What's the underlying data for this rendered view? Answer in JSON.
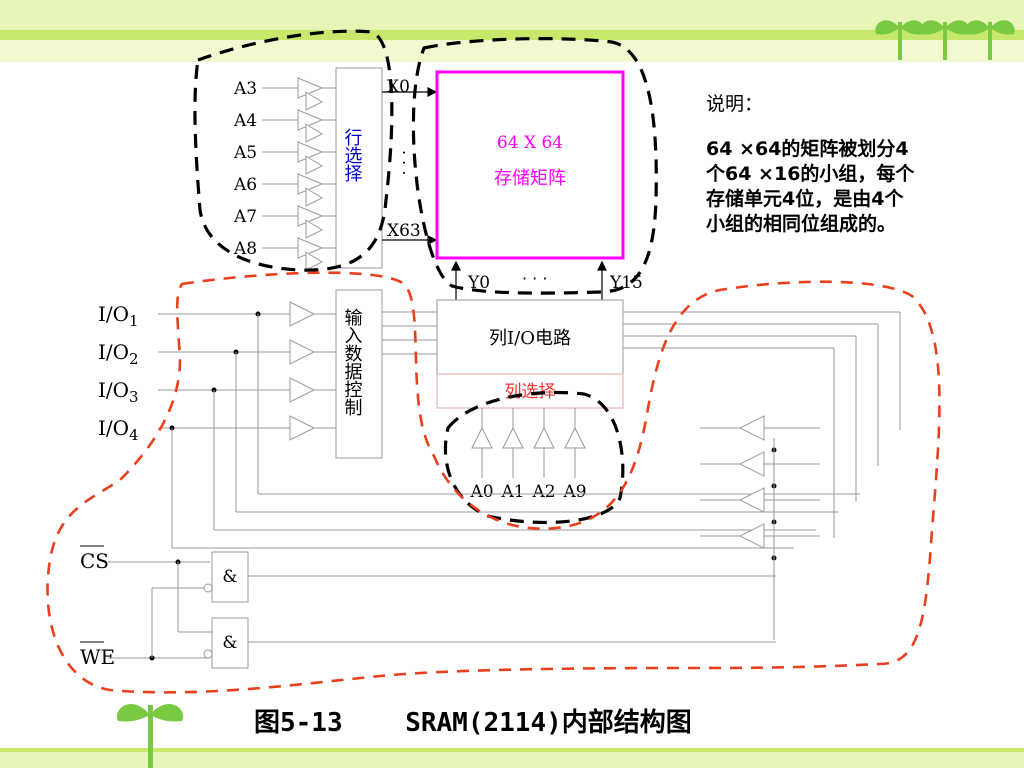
{
  "colors": {
    "band_light": "#e8f5b8",
    "band_mid": "#c7e86a",
    "leaf_green": "#7ac943",
    "memory_box": "#ff00ff",
    "black_dash": "#000000",
    "red_dash": "#e8401c",
    "wire": "#9a9a9a"
  },
  "diagram": {
    "row_address_labels": [
      "A3",
      "A4",
      "A5",
      "A6",
      "A7",
      "A8"
    ],
    "row_select_label": "行选择",
    "row_outputs": {
      "first": "X0",
      "last": "X63",
      "ellipsis": "· · ·"
    },
    "memory_array": {
      "size": "64 X 64",
      "name": "存储矩阵"
    },
    "col_outputs": {
      "first": "Y0",
      "last": "Y15",
      "ellipsis": "· · ·"
    },
    "col_io_label": "列I/O电路",
    "col_select_label": "列选择",
    "col_address_labels": [
      "A0",
      "A1",
      "A2",
      "A9"
    ],
    "io_labels": [
      {
        "base": "I/O",
        "sub": "1"
      },
      {
        "base": "I/O",
        "sub": "2"
      },
      {
        "base": "I/O",
        "sub": "3"
      },
      {
        "base": "I/O",
        "sub": "4"
      }
    ],
    "input_control_label": "输入数据控制",
    "control_signals": [
      "CS",
      "WE"
    ],
    "gate_symbol": "&"
  },
  "note": {
    "heading": "说明：",
    "lines": [
      "64 ×64的矩阵被划分4",
      "个64 ×16的小组，每个",
      "存储单元4位，是由4个",
      "小组的相同位组成的。"
    ]
  },
  "caption": "图5-13    SRAM(2114)内部结构图"
}
